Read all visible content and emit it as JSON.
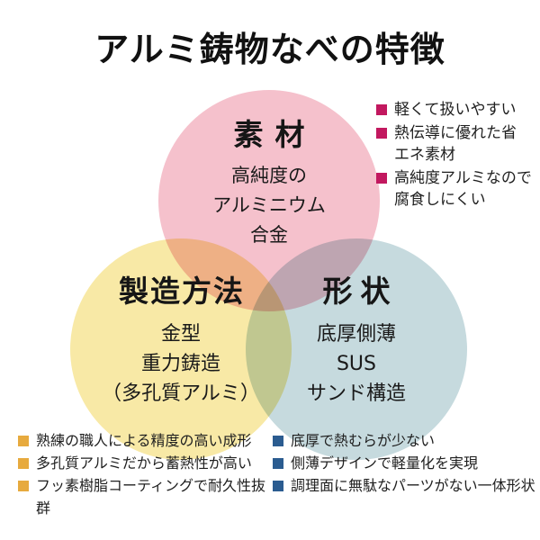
{
  "title": "アルミ鋳物なべの特徴",
  "venn": {
    "circles": [
      {
        "id": "material",
        "heading": "素材",
        "lines": [
          "高純度の",
          "アルミニウム",
          "合金"
        ],
        "color": "#f5c1cc"
      },
      {
        "id": "method",
        "heading": "製造方法",
        "lines": [
          "金型",
          "重力鋳造",
          "（多孔質アルミ）"
        ],
        "color": "#f8e9a6"
      },
      {
        "id": "shape",
        "heading": "形状",
        "lines": [
          "底厚側薄",
          "SUS",
          "サンド構造"
        ],
        "color": "#c6dade"
      }
    ]
  },
  "lists": {
    "material": {
      "bullet_color": "#c2185f",
      "items": [
        "軽くて扱いやすい",
        "熱伝導に優れた省\nエネ素材",
        "高純度アルミなので\n腐食しにくい"
      ]
    },
    "method": {
      "bullet_color": "#e7aa3e",
      "items": [
        "熟練の職人による精度の高い成形",
        "多孔質アルミだから蓄熱性が高い",
        "フッ素樹脂コーティングで耐久性抜群"
      ]
    },
    "shape": {
      "bullet_color": "#2b5c90",
      "items": [
        "底厚で熱むらが少ない",
        "側薄デザインで軽量化を実現",
        "調理面に無駄なパーツがない一体形状"
      ]
    }
  }
}
